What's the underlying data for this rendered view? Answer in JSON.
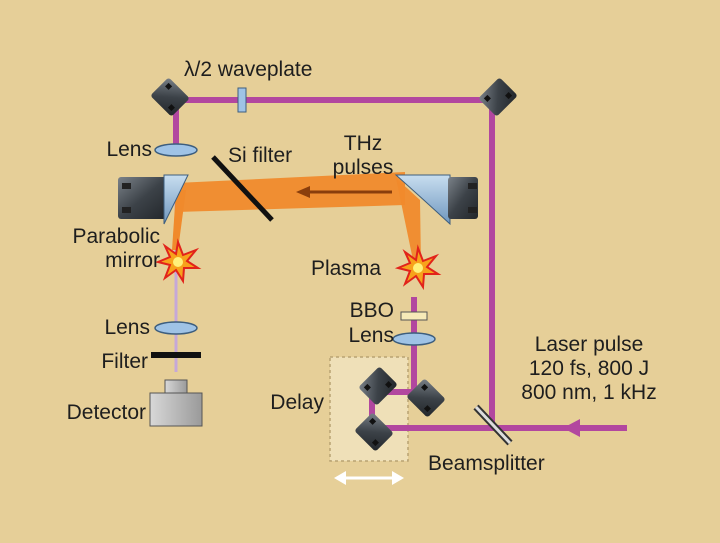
{
  "labels": {
    "waveplate": "λ/2 waveplate",
    "lens_top_left": "Lens",
    "si_filter": "Si filter",
    "thz_pulses_1": "THz",
    "thz_pulses_2": "pulses",
    "parabolic_1": "Parabolic",
    "parabolic_2": "mirror",
    "plasma": "Plasma",
    "bbo": "BBO",
    "lens_bbo": "Lens",
    "lens_bottom_left": "Lens",
    "filter": "Filter",
    "detector": "Detector",
    "delay": "Delay",
    "beamsplitter": "Beamsplitter",
    "laser_pulse_1": "Laser pulse",
    "laser_pulse_2": "120 fs, 800 J",
    "laser_pulse_3": "800 nm, 1 kHz"
  },
  "colors": {
    "background": "#e6cf98",
    "laser_beam": "#b2479f",
    "thz_beam": "#f08a2c",
    "probe_beam": "#c6a8d8",
    "delay_stage": "#efe0b8",
    "optics_blue": "#9fc3e6",
    "mount_gray": "#4a4f55",
    "detector_gray": "#bdbdbd",
    "arrow_white": "#ffffff"
  },
  "icons": {
    "mirror": "kinematic-mirror-mount-icon",
    "parabolic": "parabolic-mirror-icon",
    "plasma": "plasma-spark-icon",
    "detector": "detector-box-icon",
    "delay_arrow": "double-headed-arrow-icon"
  }
}
